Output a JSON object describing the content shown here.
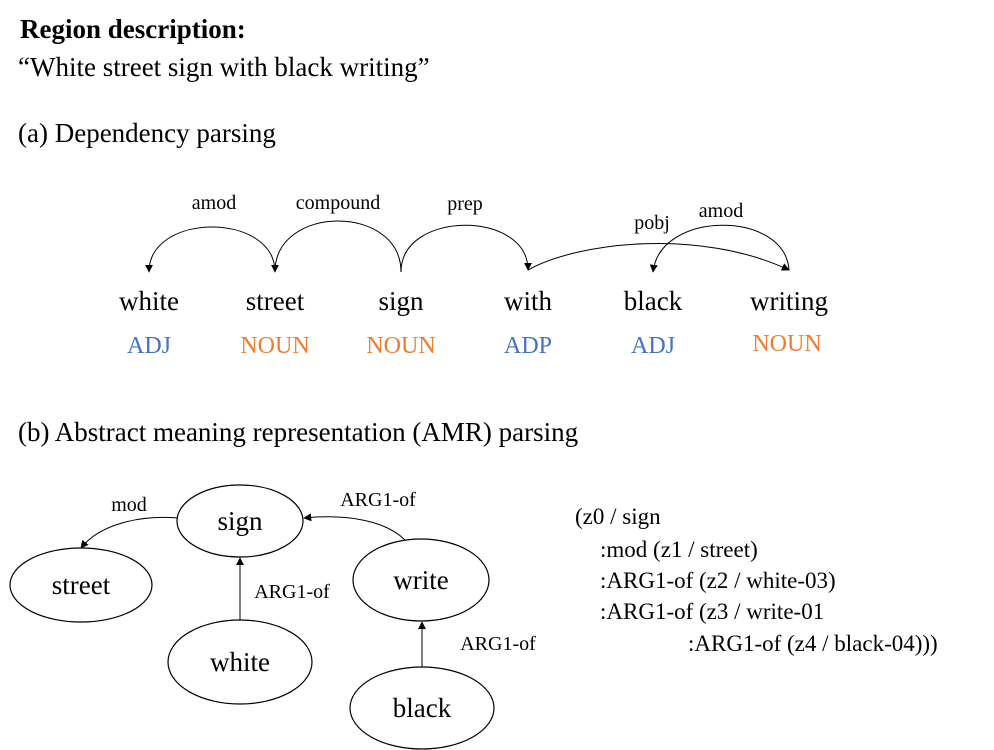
{
  "region": {
    "heading": "Region description:",
    "quote": "“White street sign with black writing”"
  },
  "dependency": {
    "title": "(a) Dependency parsing",
    "tokens": [
      {
        "word": "white",
        "pos": "ADJ"
      },
      {
        "word": "street",
        "pos": "NOUN"
      },
      {
        "word": "sign",
        "pos": "NOUN"
      },
      {
        "word": "with",
        "pos": "ADP"
      },
      {
        "word": "black",
        "pos": "ADJ"
      },
      {
        "word": "writing",
        "pos": "NOUN"
      }
    ],
    "arcs": [
      {
        "from": "street",
        "to": "white",
        "label": "amod"
      },
      {
        "from": "sign",
        "to": "street",
        "label": "compound"
      },
      {
        "from": "sign",
        "to": "with",
        "label": "prep"
      },
      {
        "from": "with",
        "to": "writing",
        "label": "pobj"
      },
      {
        "from": "writing",
        "to": "black",
        "label": "amod"
      }
    ],
    "colors": {
      "ADJ": "#4472c4",
      "ADP": "#4472c4",
      "NOUN": "#ed7d31"
    }
  },
  "amr": {
    "title": "(b) Abstract meaning representation (AMR) parsing",
    "nodes": [
      "sign",
      "street",
      "white",
      "write",
      "black"
    ],
    "edges": [
      {
        "from": "sign",
        "to": "street",
        "label": "mod"
      },
      {
        "from": "white",
        "to": "sign",
        "label": "ARG1-of"
      },
      {
        "from": "write",
        "to": "sign",
        "label": "ARG1-of"
      },
      {
        "from": "black",
        "to": "write",
        "label": "ARG1-of"
      }
    ],
    "penman": [
      "(z0 / sign",
      ":mod (z1 / street)",
      ":ARG1-of (z2 / white-03)",
      ":ARG1-of (z3 / write-01",
      ":ARG1-of (z4 / black-04)))"
    ]
  }
}
